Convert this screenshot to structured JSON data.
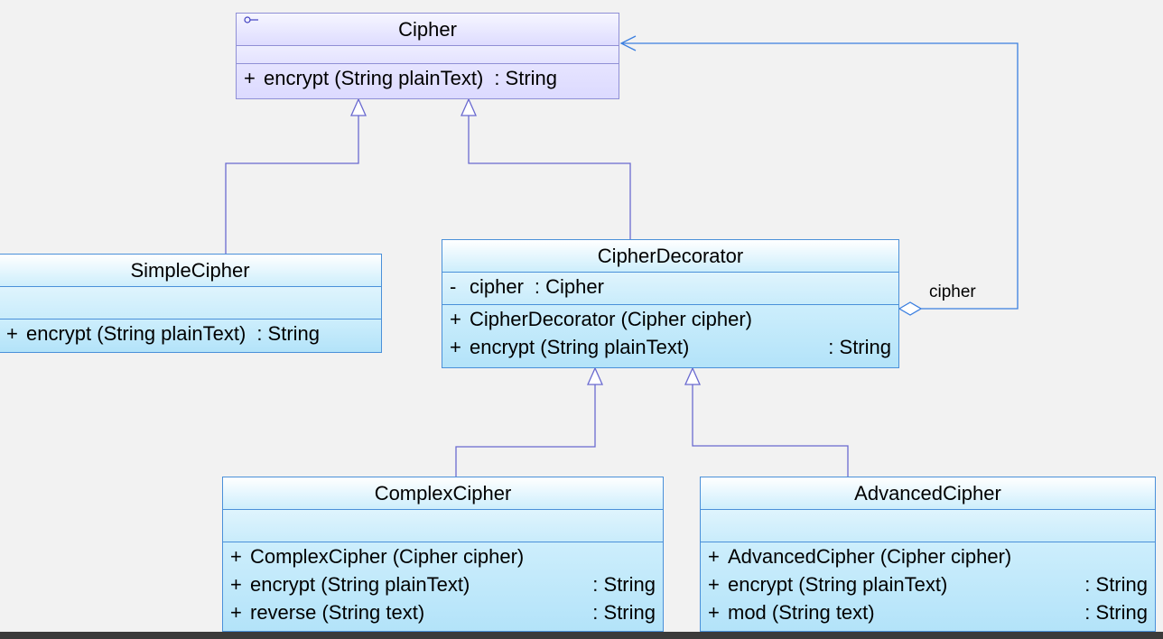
{
  "diagram": {
    "interface": {
      "name": "Cipher",
      "operations": [
        {
          "visibility": "+",
          "signature": "encrypt (String plainText)",
          "returns": ": String"
        }
      ]
    },
    "classes": {
      "simple": {
        "name": "SimpleCipher",
        "operations": [
          {
            "visibility": "+",
            "signature": "encrypt (String plainText)",
            "returns": ": String"
          }
        ]
      },
      "decorator": {
        "name": "CipherDecorator",
        "attributes": [
          {
            "visibility": "-",
            "signature": "cipher",
            "returns": ": Cipher"
          }
        ],
        "operations": [
          {
            "visibility": "+",
            "signature": "CipherDecorator (Cipher cipher)",
            "returns": ""
          },
          {
            "visibility": "+",
            "signature": "encrypt (String plainText)",
            "returns": ": String"
          }
        ]
      },
      "complex": {
        "name": "ComplexCipher",
        "operations": [
          {
            "visibility": "+",
            "signature": "ComplexCipher (Cipher cipher)",
            "returns": ""
          },
          {
            "visibility": "+",
            "signature": "encrypt (String plainText)",
            "returns": ": String"
          },
          {
            "visibility": "+",
            "signature": "reverse (String text)",
            "returns": ": String"
          }
        ]
      },
      "advanced": {
        "name": "AdvancedCipher",
        "operations": [
          {
            "visibility": "+",
            "signature": "AdvancedCipher (Cipher cipher)",
            "returns": ""
          },
          {
            "visibility": "+",
            "signature": "encrypt (String plainText)",
            "returns": ": String"
          },
          {
            "visibility": "+",
            "signature": "mod (String text)",
            "returns": ": String"
          }
        ]
      }
    },
    "association": {
      "role": "cipher"
    },
    "colors": {
      "interface_border": "#8f8fd6",
      "class_border": "#4a90d9",
      "connector": "#6a6ad0",
      "association_line": "#3b7fe0"
    }
  }
}
